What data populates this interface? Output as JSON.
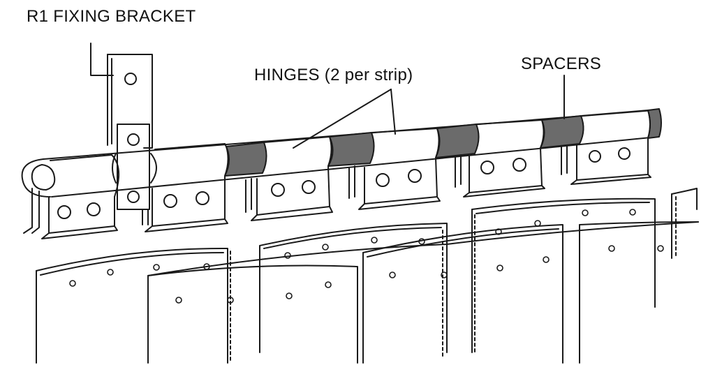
{
  "labels": {
    "fixing_bracket": "R1 FIXING BRACKET",
    "hinges": "HINGES (2 per strip)",
    "spacers": "SPACERS"
  },
  "colors": {
    "line": "#1a1a1a",
    "spacer_fill": "#6b6b6b",
    "background": "#ffffff"
  }
}
